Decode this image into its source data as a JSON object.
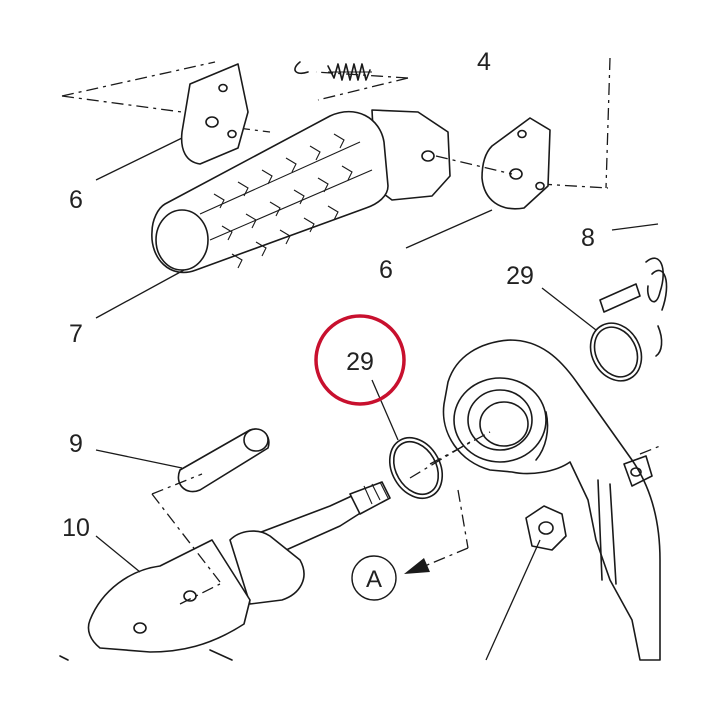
{
  "diagram": {
    "callouts": [
      {
        "id": "4",
        "text": "4"
      },
      {
        "id": "6a",
        "text": "6"
      },
      {
        "id": "6b",
        "text": "6"
      },
      {
        "id": "7",
        "text": "7"
      },
      {
        "id": "8",
        "text": "8"
      },
      {
        "id": "29a",
        "text": "29"
      },
      {
        "id": "29b",
        "text": "29"
      },
      {
        "id": "9",
        "text": "9"
      },
      {
        "id": "10",
        "text": "10"
      }
    ],
    "highlighted_part": "29",
    "view_reference": "A",
    "colors": {
      "line": "#1a1a1a",
      "highlight": "#c8102e",
      "background": "#ffffff"
    }
  }
}
